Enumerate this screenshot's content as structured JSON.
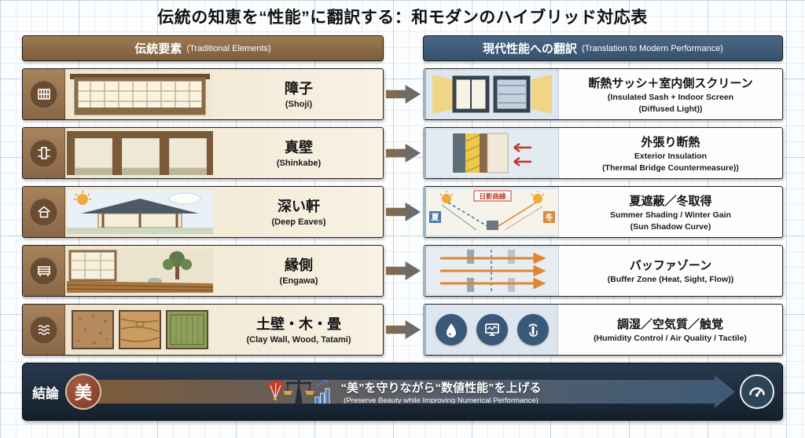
{
  "title": "伝統の知恵を“性能”に翻訳する：和モダンのハイブリッド対応表",
  "headers": {
    "left": {
      "ja": "伝統要素",
      "en": "(Traditional Elements)"
    },
    "right": {
      "ja": "現代性能への翻訳",
      "en": "(Translation to Modern Performance)"
    }
  },
  "rows": [
    {
      "left": {
        "ja": "障子",
        "en": "(Shoji)"
      },
      "right": {
        "ja": "断熱サッシ＋室内側スクリーン",
        "en1": "(Insulated Sash + Indoor Screen",
        "en2": "(Diffused Light))"
      }
    },
    {
      "left": {
        "ja": "真壁",
        "en": "(Shinkabe)"
      },
      "right": {
        "ja": "外張り断熱",
        "en1": "Exterior Insulation",
        "en2": "(Thermal Bridge Countermeasure))"
      }
    },
    {
      "left": {
        "ja": "深い軒",
        "en": "(Deep Eaves)"
      },
      "right": {
        "ja": "夏遮蔽／冬取得",
        "en1": "Summer Shading / Winter Gain",
        "en2": "(Sun Shadow Curve)",
        "labels": {
          "curve": "日影曲線",
          "summer": "夏",
          "winter": "冬"
        }
      }
    },
    {
      "left": {
        "ja": "縁側",
        "en": "(Engawa)"
      },
      "right": {
        "ja": "バッファゾーン",
        "en1": "(Buffer Zone (Heat, Sight, Flow))",
        "en2": ""
      }
    },
    {
      "left": {
        "ja": "土壁・木・畳",
        "en": "(Clay Wall, Wood, Tatami)"
      },
      "right": {
        "ja": "調湿／空気質／触覚",
        "en1": "(Humidity Control / Air Quality / Tactile)",
        "en2": ""
      }
    }
  ],
  "conclusion": {
    "label": "結論",
    "beauty": "美",
    "ja": "“美”を守りながら“数値性能”を上げる",
    "en": "(Preserve Beauty while Improving Numerical Performance)"
  },
  "icons": {
    "left_strip": [
      "shoji-grid-icon",
      "pillar-icon",
      "house-icon",
      "engawa-icon",
      "texture-icon"
    ],
    "performance_row5": [
      "droplet-icon",
      "monitor-icon",
      "touch-icon"
    ],
    "conclusion": [
      "fan-scale-chart-icon",
      "gauge-icon"
    ],
    "between_columns": "right-arrow-icon"
  },
  "colors": {
    "traditional_brown": "#8a674a",
    "modern_navy": "#3c5a78",
    "card_cream": "#f2e9d6",
    "conclusion_dark": "#1c2b3a",
    "accent_red": "#c0392b",
    "insulation_yellow": "#ecc94b",
    "summer_blue": "#4a7ab0",
    "winter_orange": "#d98a3a"
  }
}
